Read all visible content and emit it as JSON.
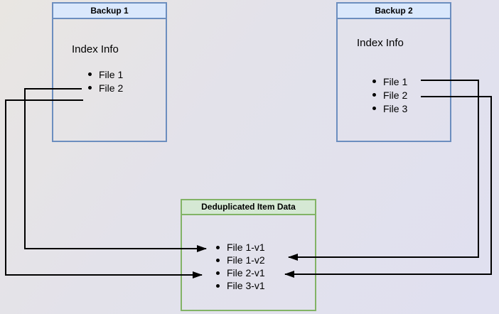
{
  "diagram": {
    "backup1": {
      "title": "Backup 1",
      "label": "Index Info",
      "items": [
        "File 1",
        "File 2"
      ]
    },
    "backup2": {
      "title": "Backup 2",
      "label": "Index Info",
      "items": [
        "File 1",
        "File 2",
        "File 3"
      ]
    },
    "dedup": {
      "title": "Deduplicated Item Data",
      "items": [
        "File 1-v1",
        "File 1-v2",
        "File 2-v1",
        "File 3-v1"
      ]
    },
    "connections": [
      {
        "from": "Backup 1 / File 1",
        "to": "Deduplicated Item Data / File 1-v1"
      },
      {
        "from": "Backup 1 / File 2",
        "to": "Deduplicated Item Data / File 2-v1"
      },
      {
        "from": "Backup 2 / File 1",
        "to": "Deduplicated Item Data / File 1-v2"
      },
      {
        "from": "Backup 2 / File 2",
        "to": "Deduplicated Item Data / File 2-v1"
      }
    ],
    "colors": {
      "background_start": "#e9e6e2",
      "background_end": "#e0e0f0",
      "blue_header_fill": "#dae8fc",
      "blue_border": "#6c8ebf",
      "green_header_fill": "#d5e8d4",
      "green_border": "#82b366",
      "connector": "#000000",
      "text": "#000000"
    }
  }
}
